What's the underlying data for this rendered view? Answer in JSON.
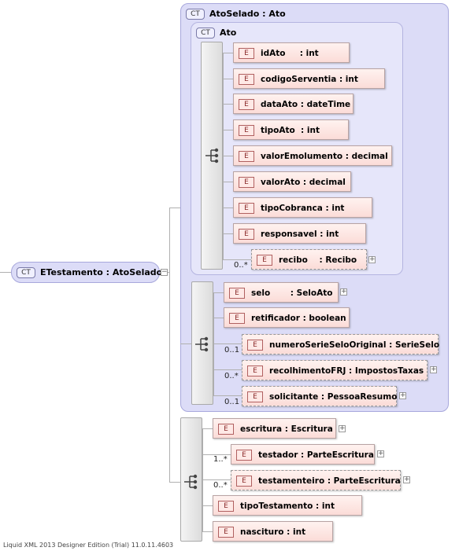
{
  "root": {
    "tag": "CT",
    "label": "ETestamento : AtoSelado"
  },
  "ato_selado": {
    "tag": "CT",
    "label": "AtoSelado : Ato"
  },
  "ato": {
    "tag": "CT",
    "label": "Ato",
    "elements": [
      {
        "tag": "E",
        "label": "idAto     : int"
      },
      {
        "tag": "E",
        "label": "codigoServentia : int"
      },
      {
        "tag": "E",
        "label": "dataAto : dateTime"
      },
      {
        "tag": "E",
        "label": "tipoAto  : int"
      },
      {
        "tag": "E",
        "label": "valorEmolumento : decimal"
      },
      {
        "tag": "E",
        "label": "valorAto : decimal"
      },
      {
        "tag": "E",
        "label": "tipoCobranca : int"
      },
      {
        "tag": "E",
        "label": "responsavel : int"
      },
      {
        "tag": "E",
        "label": "recibo    : Recibo",
        "mult": "0..*",
        "expand": "+"
      }
    ]
  },
  "selado_elements": [
    {
      "tag": "E",
      "label": "selo       : SeloAto",
      "expand": "+"
    },
    {
      "tag": "E",
      "label": "retificador : boolean"
    },
    {
      "tag": "E",
      "label": "numeroSerieSeloOriginal : SerieSelo",
      "mult": "0..1"
    },
    {
      "tag": "E",
      "label": "recolhimentoFRJ : ImpostosTaxas",
      "mult": "0..*",
      "expand": "+"
    },
    {
      "tag": "E",
      "label": "solicitante : PessoaResumo",
      "mult": "0..1",
      "expand": "+"
    }
  ],
  "testamento_elements": [
    {
      "tag": "E",
      "label": "escritura : Escritura",
      "expand": "+"
    },
    {
      "tag": "E",
      "label": "testador : ParteEscritura",
      "mult": "1..*",
      "expand": "+"
    },
    {
      "tag": "E",
      "label": "testamenteiro : ParteEscritura",
      "mult": "0..*",
      "expand": "+"
    },
    {
      "tag": "E",
      "label": "tipoTestamento : int"
    },
    {
      "tag": "E",
      "label": "nascituro : int"
    }
  ],
  "collapse_symbol": "−",
  "footer": "Liquid XML 2013 Designer Edition (Trial) 11.0.11.4603"
}
